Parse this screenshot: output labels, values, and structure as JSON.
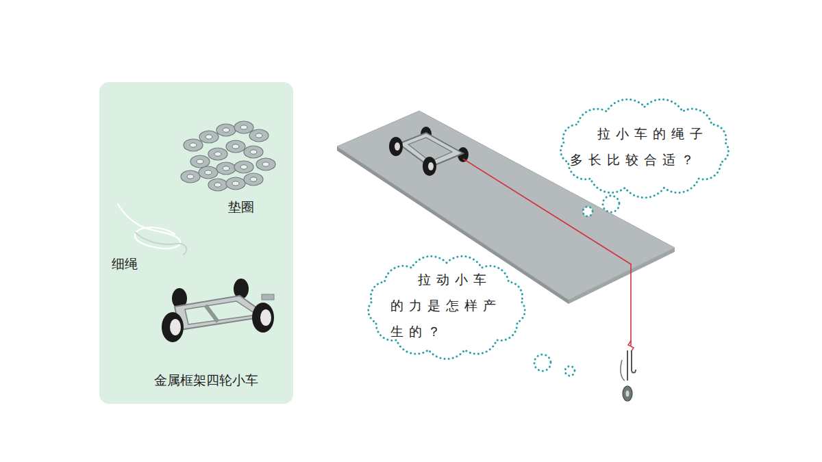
{
  "diagram": {
    "nodes": [
      {
        "text": [
          "垫圈",
          "细绳",
          "金属框架四轮小车"
        ]
      },
      {
        "text": [
          "拉小车的绳子 多长比较合适？"
        ]
      },
      {
        "text": [
          "拉动小车 的力是怎样产 生的？"
        ]
      }
    ]
  }
}
